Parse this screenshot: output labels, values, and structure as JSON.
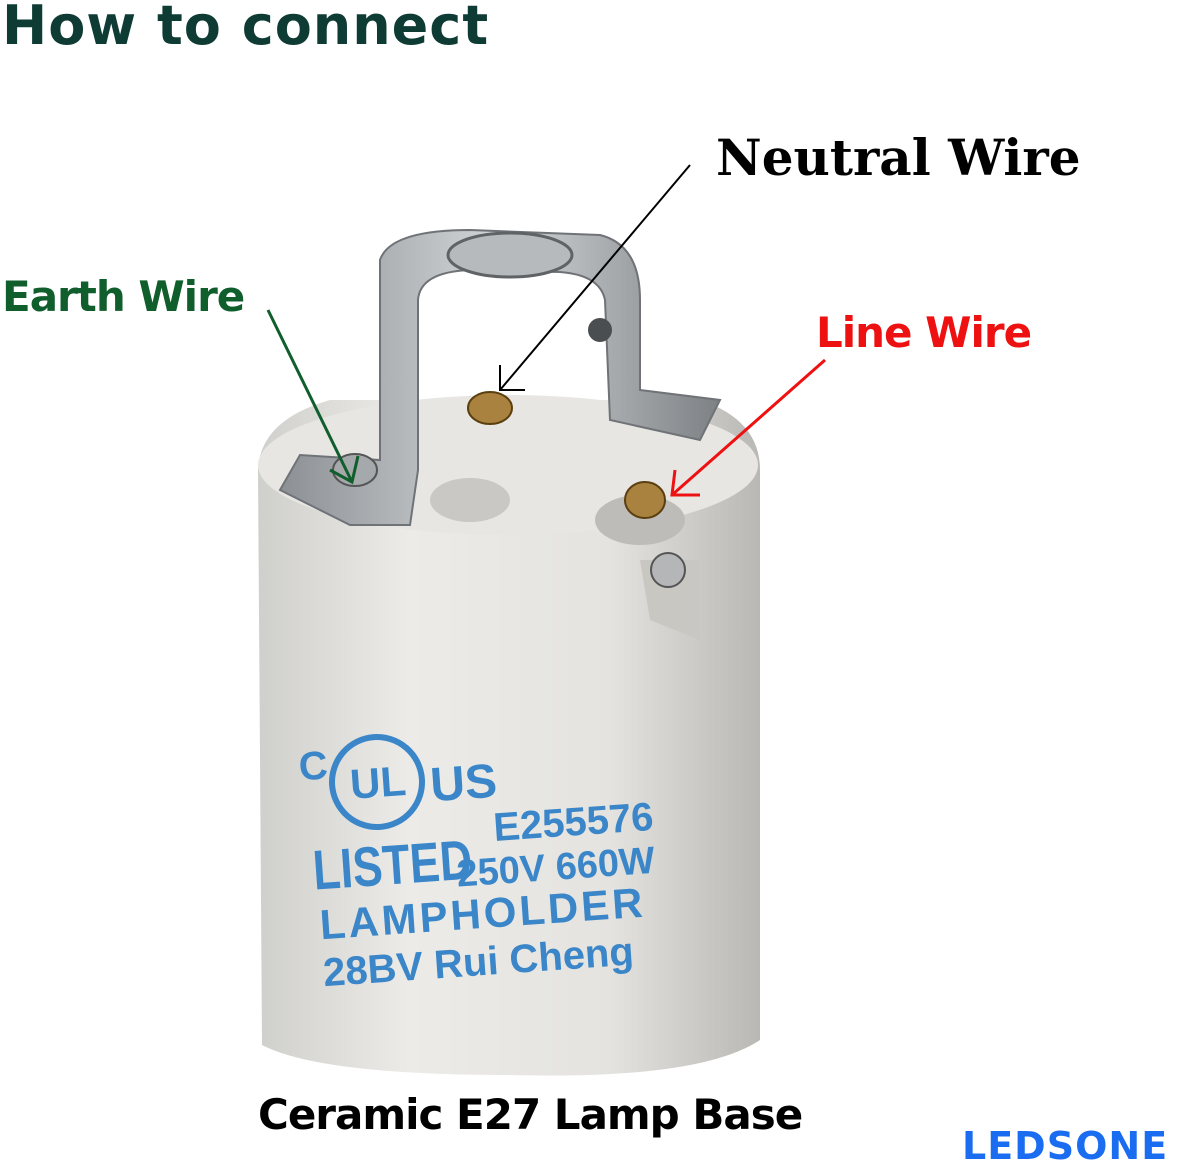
{
  "title": "How to connect",
  "labels": {
    "neutral": "Neutral Wire",
    "earth": "Earth Wire",
    "line": "Line Wire"
  },
  "printed": {
    "c": "C",
    "ul": "UL",
    "us": "US",
    "file_no": "E255576",
    "listed": "LISTED",
    "rating": "250V 660W",
    "type": "LAMPHOLDER",
    "maker": "28BV Rui Cheng"
  },
  "caption": "Ceramic E27 Lamp Base",
  "logo": "LEDSONE",
  "colors": {
    "earth": "#0f5e2c",
    "line": "#ee1111",
    "neutral": "#000000",
    "title": "#0e3b34",
    "logo": "#1a6cf0",
    "print": "#3a86c8"
  }
}
